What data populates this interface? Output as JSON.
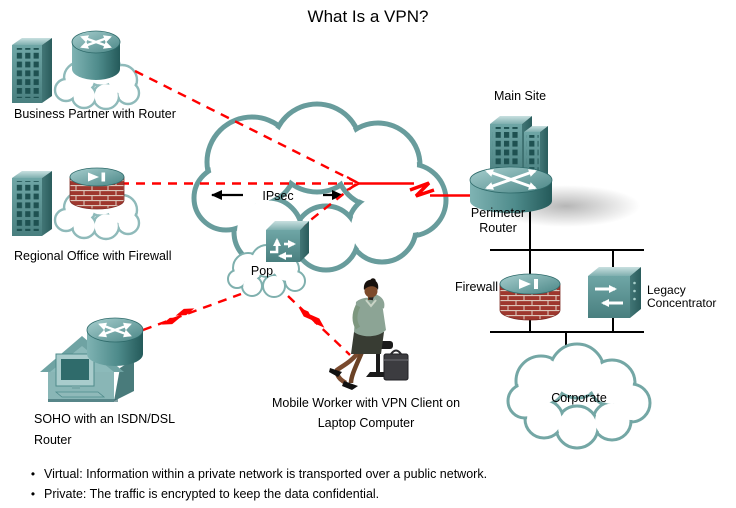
{
  "slide": {
    "title": "What Is a VPN?"
  },
  "diagram": {
    "internet_cloud": {
      "ipsec_label": "IPsec"
    },
    "pop_cloud": {
      "label": "Pop"
    },
    "corporate_cloud": {
      "label": "Corporate"
    },
    "sites": {
      "business_partner": {
        "label": "Business Partner with Router"
      },
      "regional_office": {
        "label": "Regional Office with Firewall"
      },
      "soho": {
        "label_line1": "SOHO with an ISDN/DSL",
        "label_line2": "Router"
      },
      "mobile_worker": {
        "label_line1": "Mobile Worker with VPN Client on",
        "label_line2": "Laptop Computer"
      },
      "main_site": {
        "label": "Main Site",
        "perimeter_router_line1": "Perimeter",
        "perimeter_router_line2": "Router",
        "firewall_label": "Firewall",
        "legacy_line1": "Legacy",
        "legacy_line2": "Concentrator"
      }
    }
  },
  "bullets": [
    {
      "bullet": "•",
      "text": "Virtual: Information within a private network is transported over a public network."
    },
    {
      "bullet": "•",
      "text": "Private: The traffic is encrypted to keep the data confidential."
    }
  ],
  "colors": {
    "tunnel_red": "#FF0000",
    "device_teal": "#4E8B8B",
    "device_teal_dark": "#2F6B6B",
    "device_teal_light": "#9CC6C6",
    "cloud_outline": "#6FA0A0",
    "brick_red": "#9E372E",
    "text": "#000000",
    "background": "#FFFFFF"
  },
  "icons": {
    "router-icon": "teal cylinder with crossed white arrows",
    "firewall-icon": "teal-top cylinder with red brick body",
    "switch-icon": "teal cube with bent white arrows",
    "concentrator-icon": "teal cube with opposing white arrows",
    "cloud-icon": "white cloud with teal outline",
    "building-icon": "3d teal office building with window grid",
    "house-icon": "3d teal house with computer",
    "person-icon": "seated mobile worker with phone",
    "lightning-icon": "red zigzag bolt on WAN link",
    "bullet-icon": "•"
  }
}
